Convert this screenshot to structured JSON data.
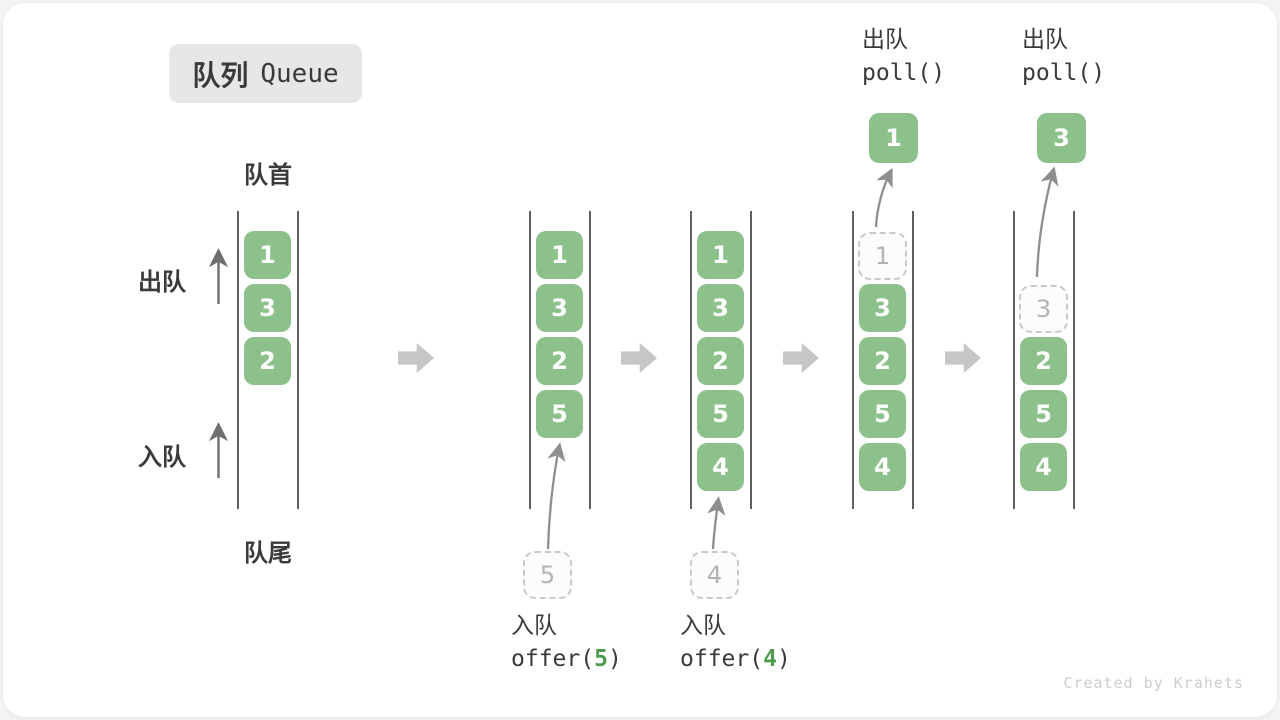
{
  "badge": {
    "zh": "队列",
    "en": "Queue"
  },
  "side_labels": {
    "front": "队首",
    "rear": "队尾",
    "dequeue": "出队",
    "enqueue": "入队"
  },
  "queues": [
    {
      "items": [
        "1",
        "3",
        "2"
      ]
    },
    {
      "items": [
        "1",
        "3",
        "2",
        "5"
      ],
      "pending_value": "5",
      "op": {
        "action": "入队",
        "code_pre": "offer(",
        "code_arg": "5",
        "code_post": ")"
      }
    },
    {
      "items": [
        "1",
        "3",
        "2",
        "5",
        "4"
      ],
      "pending_value": "4",
      "op": {
        "action": "入队",
        "code_pre": "offer(",
        "code_arg": "4",
        "code_post": ")"
      }
    },
    {
      "removed_value": "1",
      "items": [
        "3",
        "2",
        "5",
        "4"
      ],
      "out_value": "1",
      "op": {
        "action": "出队",
        "code_pre": "poll()",
        "code_arg": "",
        "code_post": ""
      }
    },
    {
      "removed_value": "3",
      "items": [
        "2",
        "5",
        "4"
      ],
      "out_value": "3",
      "op": {
        "action": "出队",
        "code_pre": "poll()",
        "code_arg": "",
        "code_post": ""
      }
    }
  ],
  "watermark": "Created by Krahets",
  "colors": {
    "box_green": "#8cc18c",
    "code_arg_green": "#4e9b4e",
    "text_dark": "#3a3a3a",
    "badge_bg": "#e7e7e7",
    "flow_arrow_gray": "#c6c6c6",
    "dashed_gray": "#c9c9c9"
  }
}
